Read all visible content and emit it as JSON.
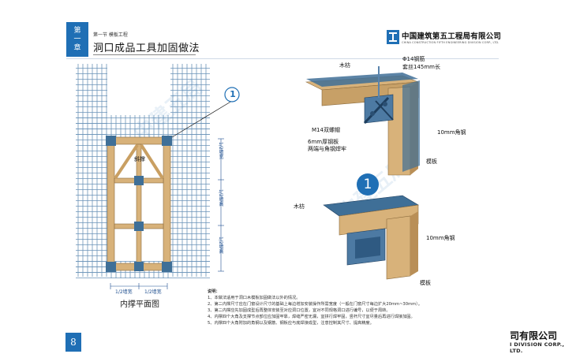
{
  "chapter": {
    "tab_lines": [
      "第",
      "一",
      "章"
    ],
    "section": "第一节  模板工程"
  },
  "page_title": "洞口成品工具加固做法",
  "company": {
    "name_cn": "中国建筑第五工程局有限公司",
    "name_en": "CHINA CONSTRUCTION FIFTH ENGINEERING DIVISION CORP., LTD.",
    "footer_cn": "司有限公司",
    "footer_en": "I DIVISION CORP., LTD."
  },
  "watermark": "中建五局",
  "left_figure": {
    "caption": "内撑平面图",
    "brace_label": "斜撑",
    "callout_number": "1",
    "dims_vertical": [
      "1/2墙宽",
      "1/2墙高",
      "1/2墙高"
    ],
    "dims_bottom": [
      "1/2墙宽",
      "1/2墙宽"
    ]
  },
  "detail_top": {
    "labels": {
      "wood": "木枋",
      "rebar_1": "Φ14钢筋",
      "rebar_2": "套丝145mm长",
      "bolt": "M14双螺帽",
      "plate_1": "6mm厚钢板",
      "plate_2": "两端与角钢焊牢",
      "angle": "10mm角钢",
      "form": "模板"
    }
  },
  "detail_bottom": {
    "callout_number": "1",
    "labels": {
      "wood": "木枋",
      "angle": "10mm角钢",
      "form": "模板"
    }
  },
  "notes": {
    "title": "说明：",
    "items": [
      "1、本做法适用于洞口木模板加固做法以外的情况。",
      "2、第二内撑尺寸应在门窗设计尺寸的基础上每边增加安装操作所需宽度（一般在门窗尺寸每边扩大20mm~30mm）。",
      "3、第二内撑应先加固成型后再整体安装至对应洞口位置，宜对不同规格洞口进行编号，以便于周转。",
      "4、内撑四个大角及支撑节点部位应加固牢靠，焊缝严密无漏，宜拼行焊牢固，竖杆尺寸宜尽量后再进行焊接加固。",
      "5、内撑四个大角附加的角钢以及钢筋、钢板应与底焊接成型，注意控制其尺寸、提高精度。"
    ]
  },
  "page_number": "8",
  "colors": {
    "brand_blue": "#1f6fb5",
    "wood": "#d8b27a",
    "steel": "#3f6f97",
    "rebar": "#5a84ad"
  }
}
